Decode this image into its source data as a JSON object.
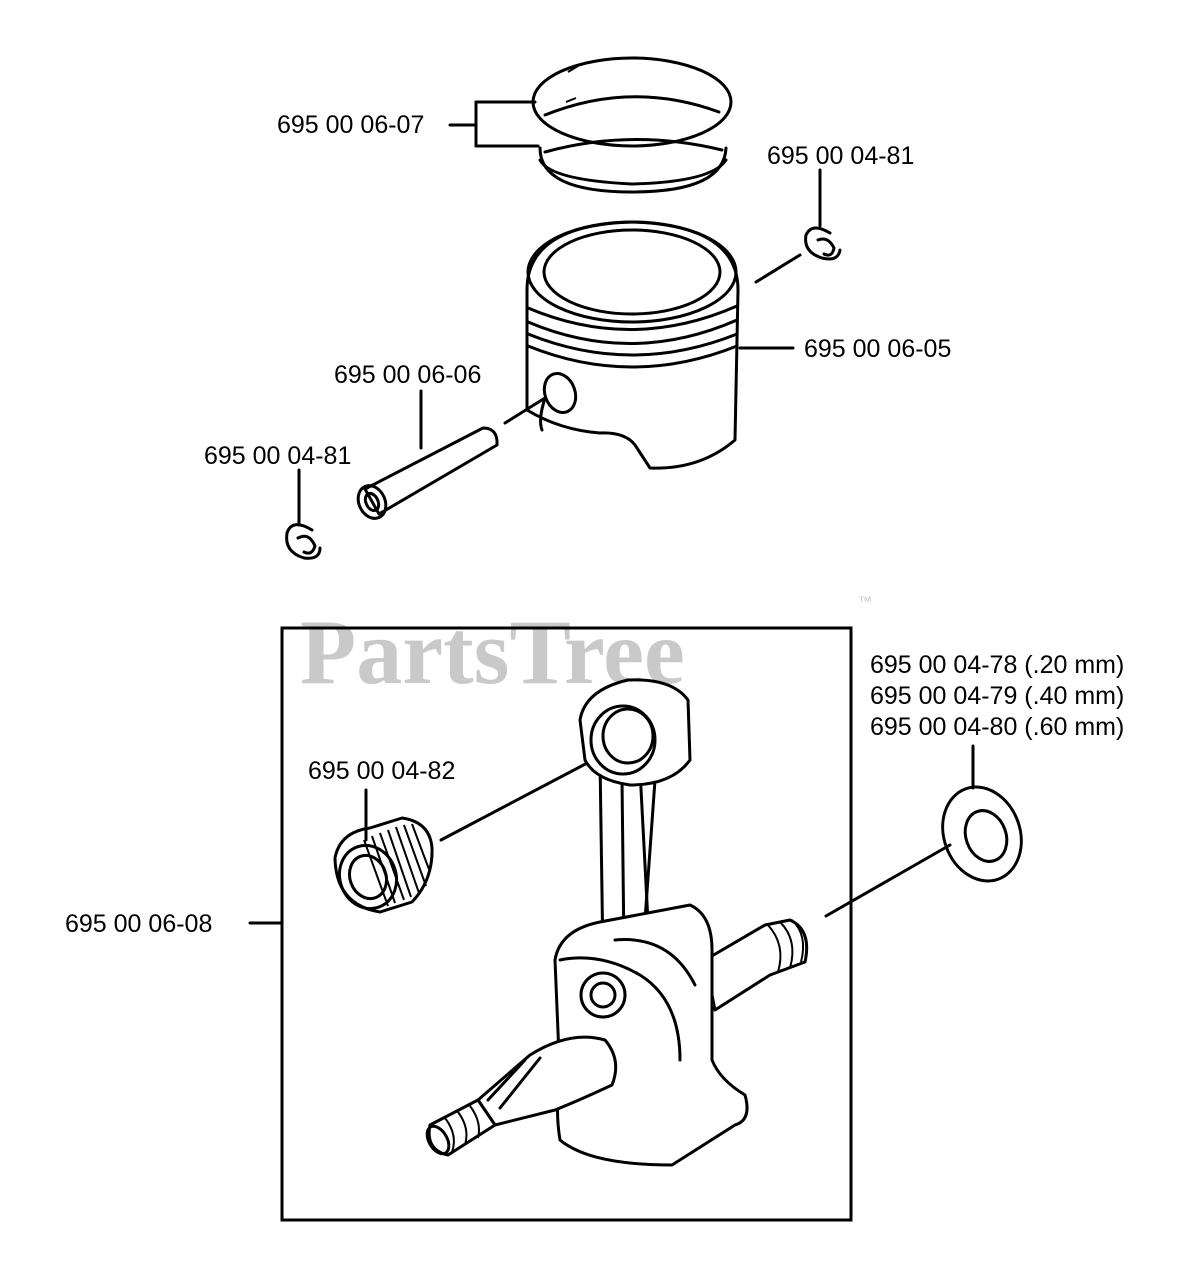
{
  "watermark": {
    "text": "PartsTree",
    "trademark": "™"
  },
  "parts": {
    "piston_rings": "695 00 06-07",
    "retainer_top": "695 00 04-81",
    "piston": "695 00 06-05",
    "piston_pin": "695 00 06-06",
    "retainer_left": "695 00 04-81",
    "needle_bearing": "695 00 04-82",
    "crankshaft_assembly": "695 00 06-08",
    "washer_options": [
      "695 00 04-78 (.20 mm)",
      "695 00 04-79 (.40 mm)",
      "695 00 04-80 (.60 mm)"
    ]
  }
}
